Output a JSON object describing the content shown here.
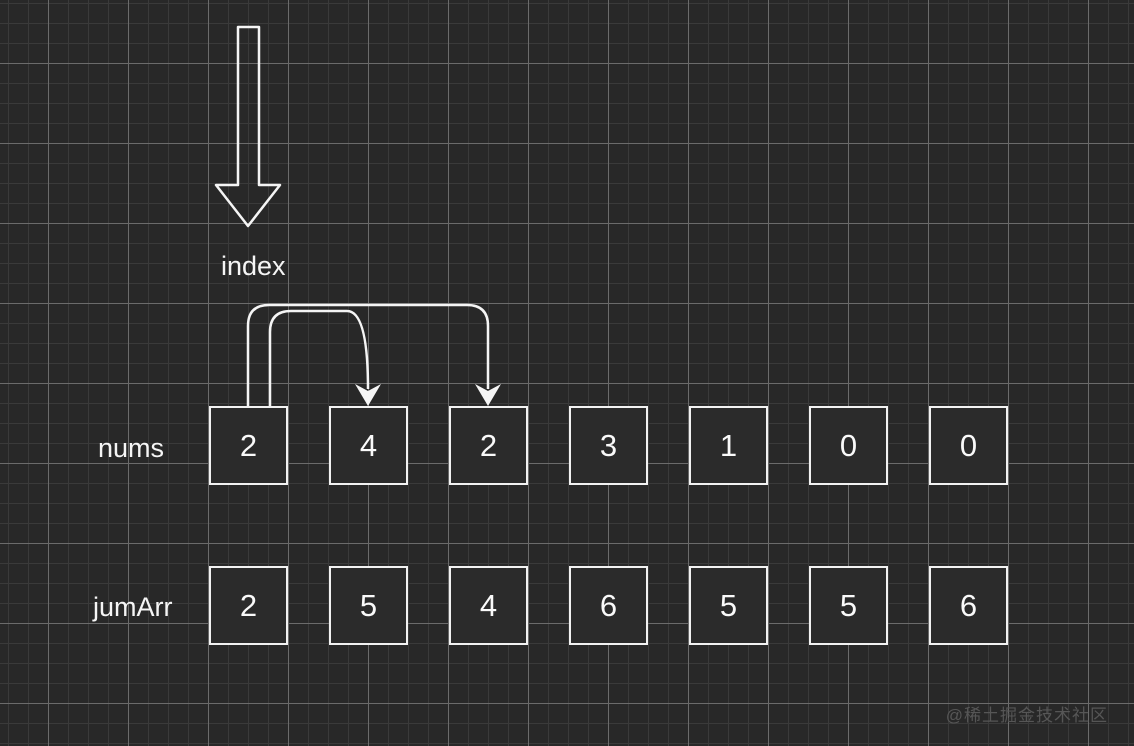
{
  "canvas": {
    "background_color": "#282828",
    "grid_minor_color": "#3a3a3a",
    "grid_major_color": "#6b6b6b",
    "stroke_color": "#f5f5f5"
  },
  "index_pointer": {
    "label": "index",
    "icon": "down-arrow-outline-icon",
    "points_to_row": "nums",
    "points_to_index": 0
  },
  "rows": {
    "nums": {
      "label": "nums",
      "values": [
        2,
        4,
        2,
        3,
        1,
        0,
        0
      ]
    },
    "jumArr": {
      "label": "jumArr",
      "values": [
        2,
        5,
        4,
        6,
        5,
        5,
        6
      ]
    }
  },
  "jump_arcs": [
    {
      "from_index": 0,
      "to_index": 1
    },
    {
      "from_index": 0,
      "to_index": 2
    }
  ],
  "watermark": "@稀土掘金技术社区"
}
